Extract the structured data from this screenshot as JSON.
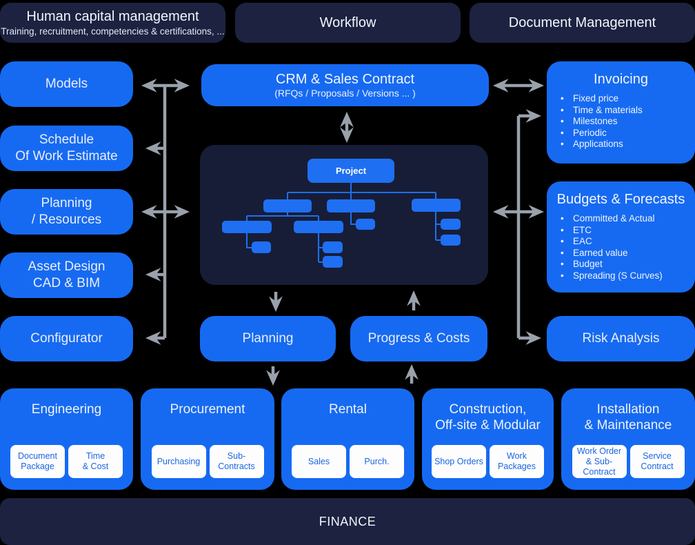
{
  "colors": {
    "background": "#000000",
    "navy_box": "#1c2240",
    "panel": "#171d36",
    "accent_blue": "#166af2",
    "arrow_gray": "#99a1ab",
    "chip_bg": "#fdfdfe",
    "chip_text": "#1b66e0"
  },
  "top_row": [
    {
      "title": "Human capital management",
      "subtitle": "Training, recruitment, competencies & certifications, ..."
    },
    {
      "title": "Workflow"
    },
    {
      "title": "Document Management"
    }
  ],
  "left_column": [
    {
      "label": "Models"
    },
    {
      "label": "Schedule\nOf Work Estimate"
    },
    {
      "label": "Planning\n/ Resources"
    },
    {
      "label": "Asset Design\nCAD & BIM"
    },
    {
      "label": "Configurator"
    }
  ],
  "crm": {
    "title": "CRM & Sales Contract",
    "subtitle": "(RFQs / Proposals / Versions ... )"
  },
  "project_tree": {
    "root_label": "Project"
  },
  "center": {
    "planning": "Planning",
    "progress": "Progress & Costs"
  },
  "right_column": {
    "invoicing": {
      "title": "Invoicing",
      "items": [
        "Fixed price",
        "Time & materials",
        "Milestones",
        "Periodic",
        "Applications"
      ]
    },
    "budgets": {
      "title": "Budgets & Forecasts",
      "items": [
        "Committed & Actual",
        "ETC",
        "EAC",
        "Earned value",
        "Budget",
        "Spreading (S Curves)"
      ]
    },
    "risk": {
      "title": "Risk Analysis"
    }
  },
  "bottom_row": [
    {
      "title": "Engineering",
      "chips": [
        "Document\nPackage",
        "Time\n& Cost"
      ]
    },
    {
      "title": "Procurement",
      "chips": [
        "Purchasing",
        "Sub-\nContracts"
      ]
    },
    {
      "title": "Rental",
      "chips": [
        "Sales",
        "Purch."
      ]
    },
    {
      "title": "Construction,\nOff-site & Modular",
      "chips": [
        "Shop Orders",
        "Work\nPackages"
      ]
    },
    {
      "title": "Installation\n& Maintenance",
      "chips": [
        "Work Order\n& Sub-\nContract",
        "Service\nContract"
      ]
    }
  ],
  "finance": {
    "title": "FINANCE"
  }
}
